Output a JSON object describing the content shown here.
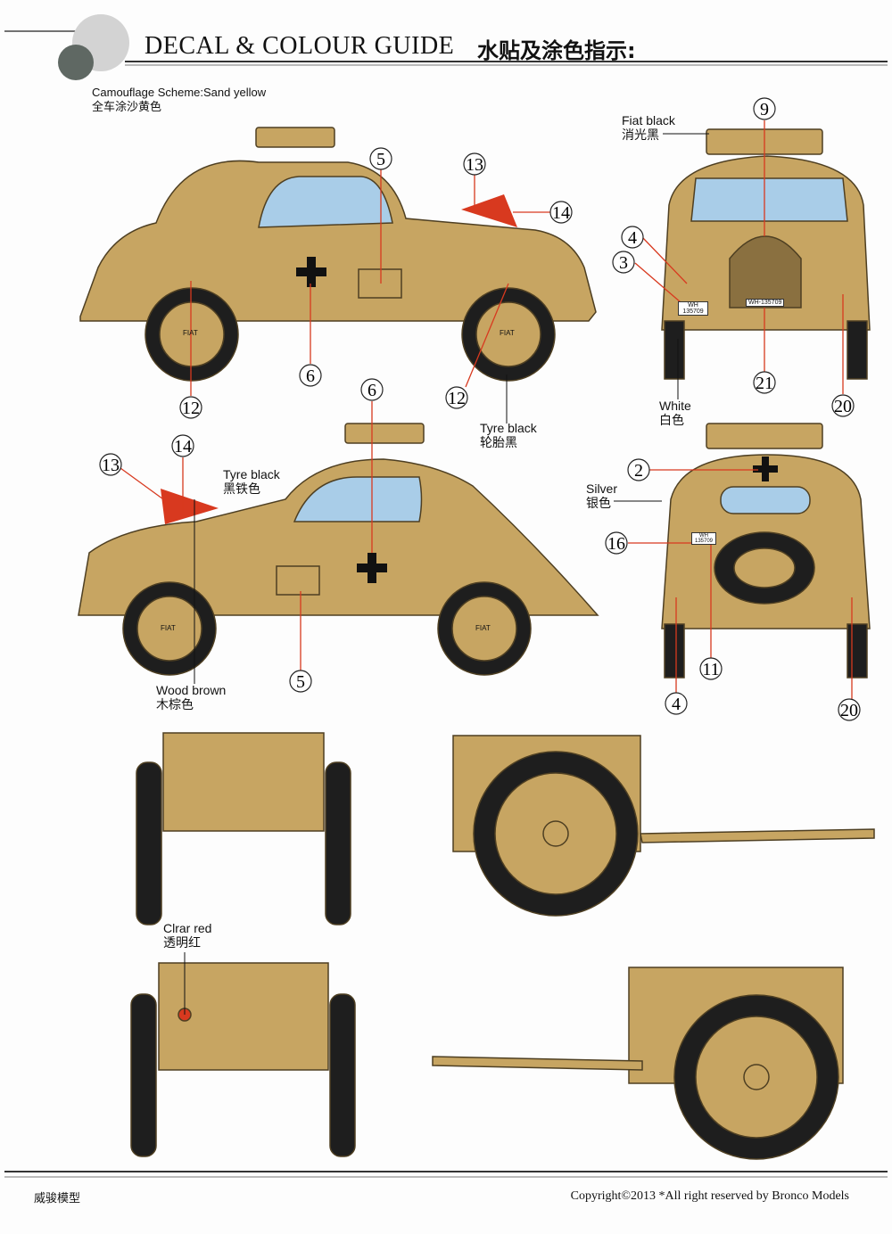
{
  "header": {
    "title": "DECAL & COLOUR GUIDE",
    "title_cn": "水贴及涂色指示:"
  },
  "scheme": {
    "label": "Camouflage Scheme:Sand yellow",
    "label_cn": "全车涂沙黄色"
  },
  "paint_labels": [
    {
      "en": "Fiat black",
      "cn": "消光黑"
    },
    {
      "en": "White",
      "cn": "白色"
    },
    {
      "en": "Tyre black",
      "cn": "轮胎黑"
    },
    {
      "en": "Tyre black",
      "cn": "黑铁色"
    },
    {
      "en": "Silver",
      "cn": "银色"
    },
    {
      "en": "Wood brown",
      "cn": "木棕色"
    },
    {
      "en": "Clrar red",
      "cn": "透明红"
    }
  ],
  "callouts": [
    "5",
    "13",
    "14",
    "6",
    "12",
    "12",
    "9",
    "4",
    "3",
    "21",
    "20",
    "6",
    "14",
    "13",
    "5",
    "2",
    "16",
    "11",
    "4",
    "20"
  ],
  "decal_texts": {
    "plate_front": "WH-135709",
    "plate_left": "WH 135709",
    "plate_rear": "WH 135709",
    "hub": "FIAT"
  },
  "colors": {
    "sand": "#c7a562",
    "outline": "#4e3f22",
    "tyre": "#1e1e1e",
    "callout_line": "#d8391f",
    "glass": "#a9cde8"
  },
  "footer": {
    "left": "威骏模型",
    "right": "Copyright©2013  *All right reserved by Bronco Models"
  }
}
